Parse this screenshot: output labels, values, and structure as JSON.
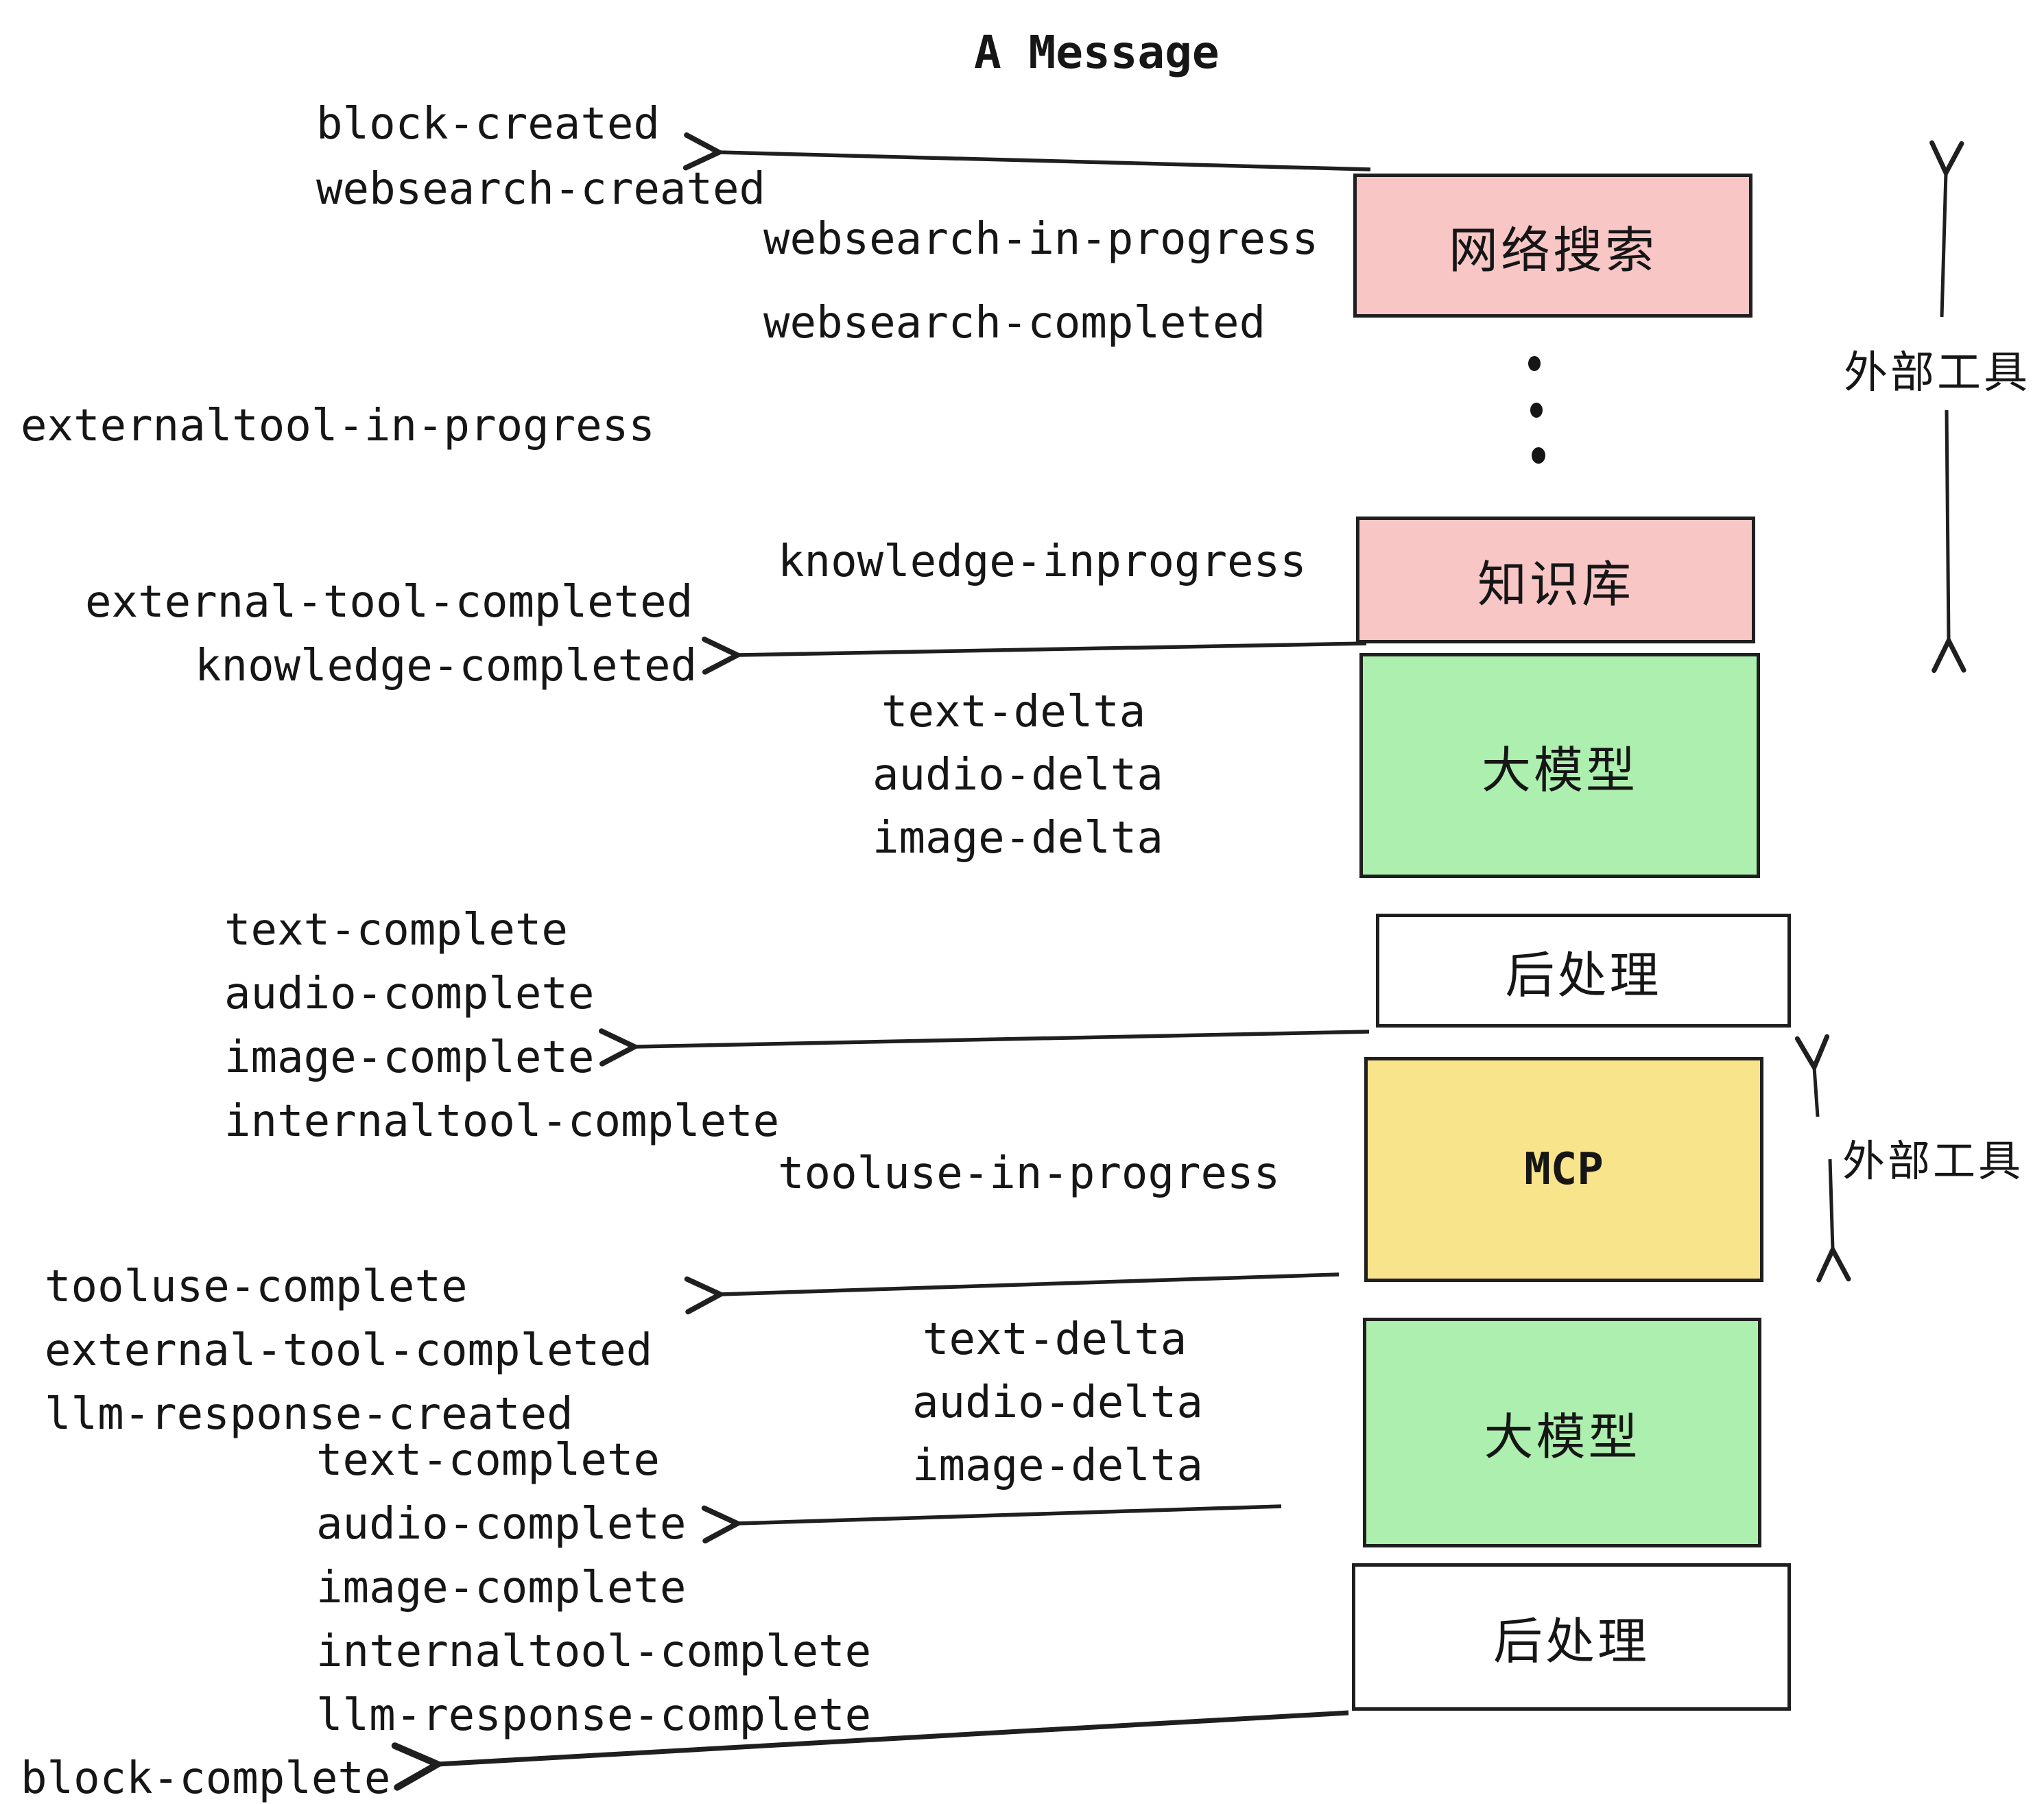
{
  "title": "A Message",
  "boxes": {
    "websearch": {
      "label": "网络搜索",
      "color": "#F9C6C6"
    },
    "knowledge": {
      "label": "知识库",
      "color": "#F9C6C6"
    },
    "llm1": {
      "label": "大模型",
      "color": "#ADEFAE"
    },
    "post1": {
      "label": "后处理",
      "color": "#ffffff"
    },
    "mcp": {
      "label": "MCP",
      "color": "#F8E48B"
    },
    "llm2": {
      "label": "大模型",
      "color": "#ADEFAE"
    },
    "post2": {
      "label": "后处理",
      "color": "#ffffff"
    }
  },
  "side_labels": {
    "external_tools_top": "外部工具",
    "external_tools_mid": "外部工具"
  },
  "events": {
    "block_created": "block-created",
    "websearch_created": "websearch-created",
    "websearch_in_progress": "websearch-in-progress",
    "websearch_completed": "websearch-completed",
    "externaltool_in_progress": "externaltool-in-progress",
    "knowledge_inprogress": "knowledge-inprogress",
    "external_tool_completed": "external-tool-completed",
    "knowledge_completed": "knowledge-completed",
    "text_delta": "text-delta",
    "audio_delta": "audio-delta",
    "image_delta": "image-delta",
    "text_complete": "text-complete",
    "audio_complete": "audio-complete",
    "image_complete": "image-complete",
    "internaltool_complete": "internaltool-complete",
    "tooluse_in_progress": "tooluse-in-progress",
    "tooluse_complete": "tooluse-complete",
    "llm_response_created": "llm-response-created",
    "llm_response_complete": "llm-response-complete",
    "block_complete": "block-complete"
  },
  "colors": {
    "ink": "#1f1f1f",
    "pink": "#F9C6C6",
    "green": "#ADEFAE",
    "yellow": "#F8E48B",
    "background": "#ffffff"
  }
}
